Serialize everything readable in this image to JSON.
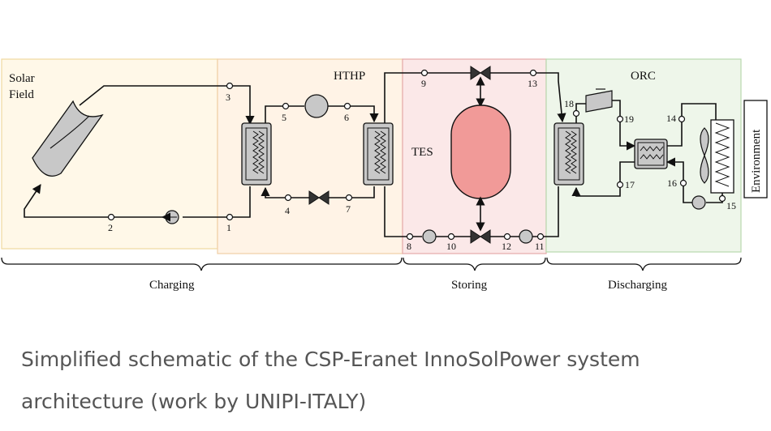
{
  "colors": {
    "charging_bg": "#fff8e8",
    "charging_border": "#f0d9a0",
    "hthp_bg": "#fff3e6",
    "hthp_border": "#f0cfa6",
    "tes_bg": "#fbe8e8",
    "tes_border": "#e6a9a9",
    "orc_bg": "#eef6ea",
    "orc_border": "#b8d8ad",
    "tank_fill": "#f19a98"
  },
  "regions": {
    "solar_field_line1": "Solar",
    "solar_field_line2": "Field",
    "hthp": "HTHP",
    "tes": "TES",
    "orc": "ORC",
    "environment": "Environment"
  },
  "phases": {
    "charging": "Charging",
    "storing": "Storing",
    "discharging": "Discharging"
  },
  "nodes": [
    "1",
    "2",
    "3",
    "4",
    "5",
    "6",
    "7",
    "8",
    "9",
    "10",
    "11",
    "12",
    "13",
    "14",
    "15",
    "16",
    "17",
    "18",
    "19"
  ],
  "caption": "Simplified schematic of the CSP-Eranet InnoSolPower system architecture (work by UNIPI-ITALY)"
}
